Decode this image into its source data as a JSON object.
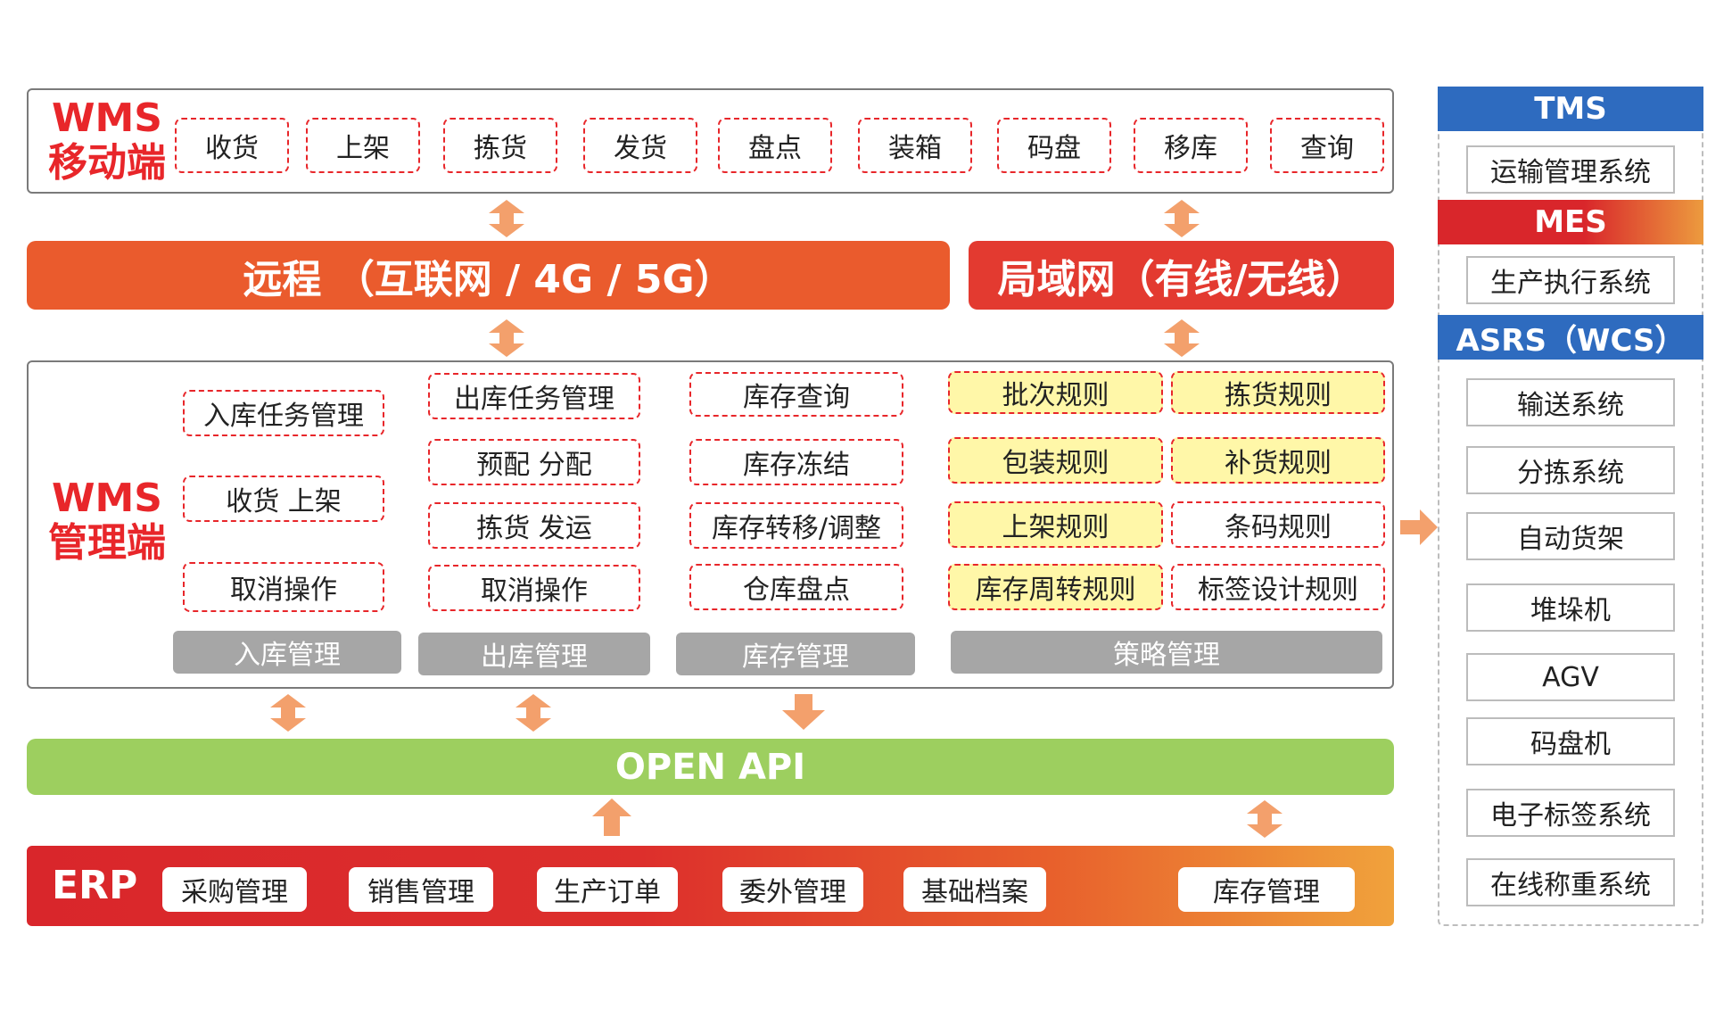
{
  "mobile": {
    "title_line1": "WMS",
    "title_line2": "移动端",
    "items": [
      "收货",
      "上架",
      "拣货",
      "发货",
      "盘点",
      "装箱",
      "码盘",
      "移库",
      "查询"
    ]
  },
  "network": {
    "remote": "远程 （互联网 / 4G / 5G）",
    "lan": "局域网（有线/无线）"
  },
  "management": {
    "title_line1": "WMS",
    "title_line2": "管理端",
    "inbound": {
      "items": [
        "入库任务管理",
        "收货 上架",
        "取消操作"
      ],
      "label": "入库管理"
    },
    "outbound": {
      "items": [
        "出库任务管理",
        "预配 分配",
        "拣货 发运",
        "取消操作"
      ],
      "label": "出库管理"
    },
    "inventory": {
      "items": [
        "库存查询",
        "库存冻结",
        "库存转移/调整",
        "仓库盘点"
      ],
      "label": "库存管理"
    },
    "strategy": {
      "items": [
        {
          "text": "批次规则",
          "highlight": true
        },
        {
          "text": "拣货规则",
          "highlight": true
        },
        {
          "text": "包装规则",
          "highlight": true
        },
        {
          "text": "补货规则",
          "highlight": true
        },
        {
          "text": "上架规则",
          "highlight": true
        },
        {
          "text": "条码规则",
          "highlight": false
        },
        {
          "text": "库存周转规则",
          "highlight": true
        },
        {
          "text": "标签设计规则",
          "highlight": false
        }
      ],
      "label": "策略管理"
    }
  },
  "api": {
    "label": "OPEN API"
  },
  "erp": {
    "title": "ERP",
    "items": [
      "采购管理",
      "销售管理",
      "生产订单",
      "委外管理",
      "基础档案",
      "库存管理"
    ]
  },
  "right_panel": {
    "tms": {
      "title": "TMS",
      "items": [
        "运输管理系统"
      ]
    },
    "mes": {
      "title": "MES",
      "items": [
        "生产执行系统"
      ]
    },
    "asrs": {
      "title": "ASRS（WCS）",
      "items": [
        "输送系统",
        "分拣系统",
        "自动货架",
        "堆垛机",
        "AGV",
        "码盘机",
        "电子标签系统",
        "在线称重系统"
      ]
    }
  },
  "colors": {
    "accent_red": "#e8262a",
    "remote_bar": "#ea5b2d",
    "lan_bar": "#e33a30",
    "api_green": "#9dcf5f",
    "arrow_orange": "#f3a06c",
    "highlight_yellow": "#fff7a8",
    "tms_blue": "#2e6bbf",
    "mes_red": "#d9262b",
    "asrs_blue": "#2e6bbf"
  }
}
